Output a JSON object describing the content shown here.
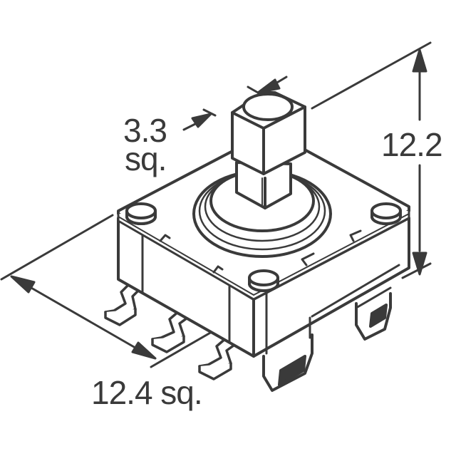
{
  "diagram": {
    "subject": "tactile switch isometric drawing",
    "line_color": "#3a3a3a",
    "background": "#ffffff",
    "dimensions": {
      "stem_width": {
        "value": "3.3",
        "unit_note": "sq."
      },
      "height": {
        "value": "12.2"
      },
      "body_width": {
        "value": "12.4 sq."
      }
    }
  }
}
